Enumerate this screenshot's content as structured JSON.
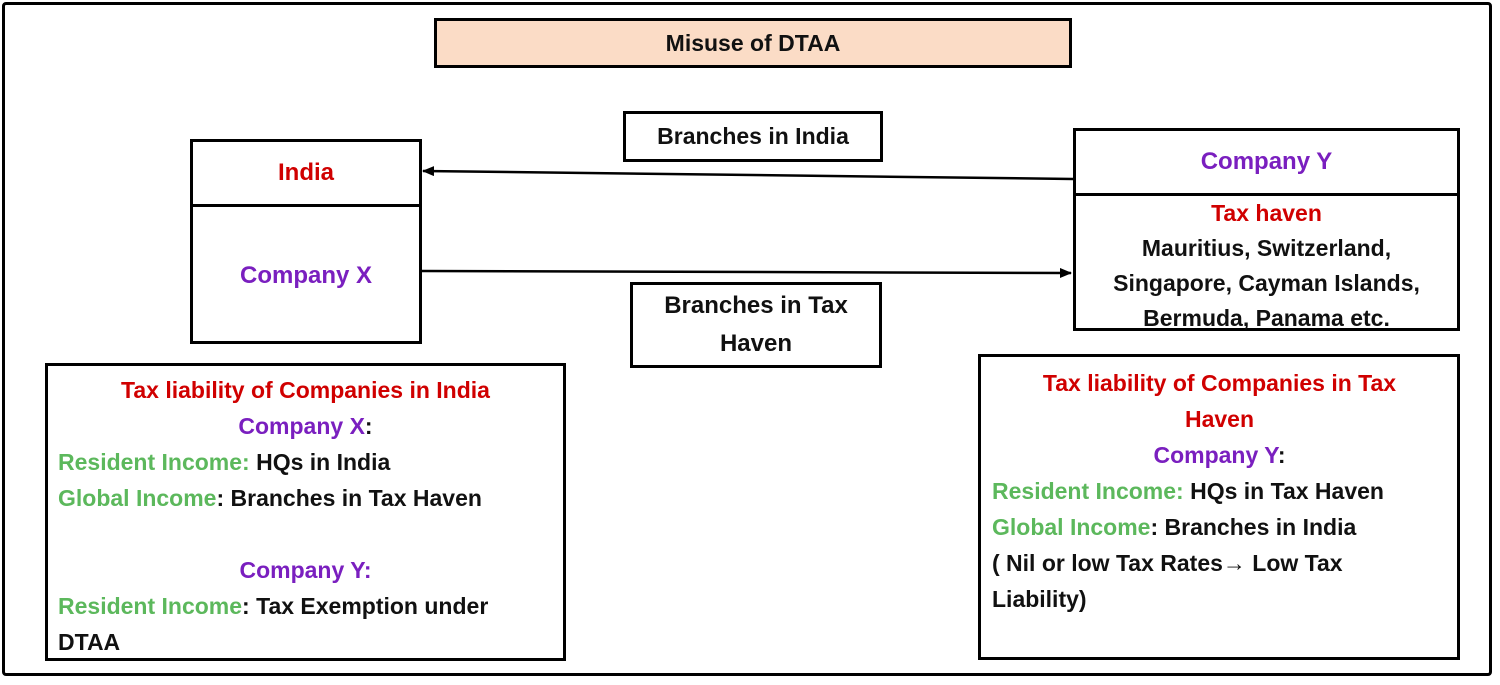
{
  "title": "Misuse of DTAA",
  "arrows": {
    "top_label": "Branches in India",
    "bottom_label_line1": "Branches in Tax",
    "bottom_label_line2": "Haven"
  },
  "india_box": {
    "header": "India",
    "company": "Company X"
  },
  "company_y_box": {
    "header": "Company Y",
    "subtitle": "Tax haven",
    "lines": [
      "Mauritius, Switzerland,",
      "Singapore, Cayman Islands,",
      "Bermuda, Panama etc."
    ]
  },
  "india_tax": {
    "title": "Tax liability of Companies in India",
    "company_x": "Company X",
    "colon": ":",
    "resident_label": "Resident Income:",
    "resident_value": " HQs in India",
    "global_label": "Global Income",
    "global_value": ": Branches in Tax Haven",
    "company_y": "Company Y:",
    "resident2_label": "Resident Income",
    "resident2_value_line1": ": Tax Exemption under",
    "resident2_value_line2": "DTAA"
  },
  "haven_tax": {
    "title_line1": "Tax liability of Companies in Tax",
    "title_line2": "Haven",
    "company_y": "Company Y",
    "colon": ":",
    "resident_label": "Resident Income:",
    "resident_value": " HQs in Tax Haven",
    "global_label": "Global Income",
    "global_value": ": Branches in India",
    "note_line1": "( Nil or low Tax Rates→ Low Tax",
    "note_line2": "Liability)"
  },
  "colors": {
    "red": "#d00000",
    "purple": "#7a1fbf",
    "green": "#5cb85c",
    "title_fill": "#fbdcc6"
  }
}
